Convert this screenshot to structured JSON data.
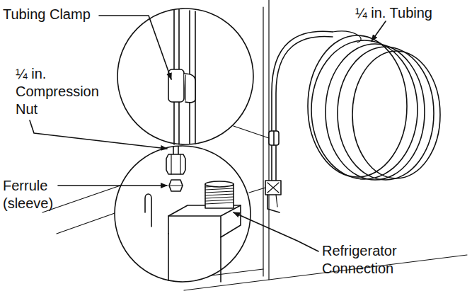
{
  "diagram": {
    "labels": [
      "Tubing Clamp",
      "¼ in. Tubing",
      "¼ in. Compression Nut",
      "Ferrule (sleeve)",
      "Refrigerator Connection"
    ]
  }
}
